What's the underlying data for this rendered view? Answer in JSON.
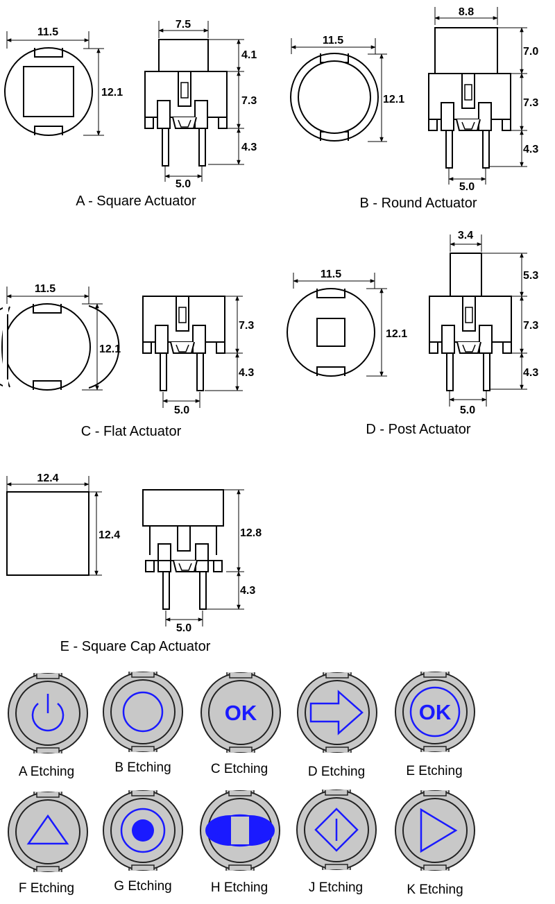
{
  "colors": {
    "line": "#000000",
    "cap_fill": "#c8c8c8",
    "etch": "#1a1aff"
  },
  "actuators": {
    "A": {
      "label": "A - Square Actuator",
      "top_width": "11.5",
      "top_height": "12.1",
      "stem_width": "7.5",
      "stem_height": "4.1",
      "body_height": "7.3",
      "pin_length": "4.3",
      "pin_spacing": "5.0"
    },
    "B": {
      "label": "B - Round Actuator",
      "top_width": "11.5",
      "top_height": "12.1",
      "stem_width": "8.8",
      "stem_height": "7.0",
      "body_height": "7.3",
      "pin_length": "4.3",
      "pin_spacing": "5.0"
    },
    "C": {
      "label": "C - Flat Actuator",
      "top_width": "11.5",
      "top_height": "12.1",
      "body_height": "7.3",
      "pin_length": "4.3",
      "pin_spacing": "5.0"
    },
    "D": {
      "label": "D - Post Actuator",
      "top_width": "11.5",
      "top_height": "12.1",
      "stem_width": "3.4",
      "stem_height": "5.3",
      "body_height": "7.3",
      "pin_length": "4.3",
      "pin_spacing": "5.0"
    },
    "E": {
      "label": "E - Square Cap Actuator",
      "top_width": "12.4",
      "top_height": "12.4",
      "body_height": "12.8",
      "pin_length": "4.3",
      "pin_spacing": "5.0"
    }
  },
  "etchings": [
    {
      "label": "A Etching",
      "symbol": "power-icon"
    },
    {
      "label": "B Etching",
      "symbol": "circle-icon"
    },
    {
      "label": "C Etching",
      "symbol": "ok-text-icon",
      "text": "OK"
    },
    {
      "label": "D Etching",
      "symbol": "arrow-right-icon"
    },
    {
      "label": "E Etching",
      "symbol": "ok-circle-icon",
      "text": "OK"
    },
    {
      "label": "F Etching",
      "symbol": "triangle-icon"
    },
    {
      "label": "G Etching",
      "symbol": "dot-in-circle-icon"
    },
    {
      "label": "H Etching",
      "symbol": "half-filled-ellipse-icon"
    },
    {
      "label": "J Etching",
      "symbol": "diamond-line-icon"
    },
    {
      "label": "K Etching",
      "symbol": "play-triangle-icon"
    }
  ]
}
